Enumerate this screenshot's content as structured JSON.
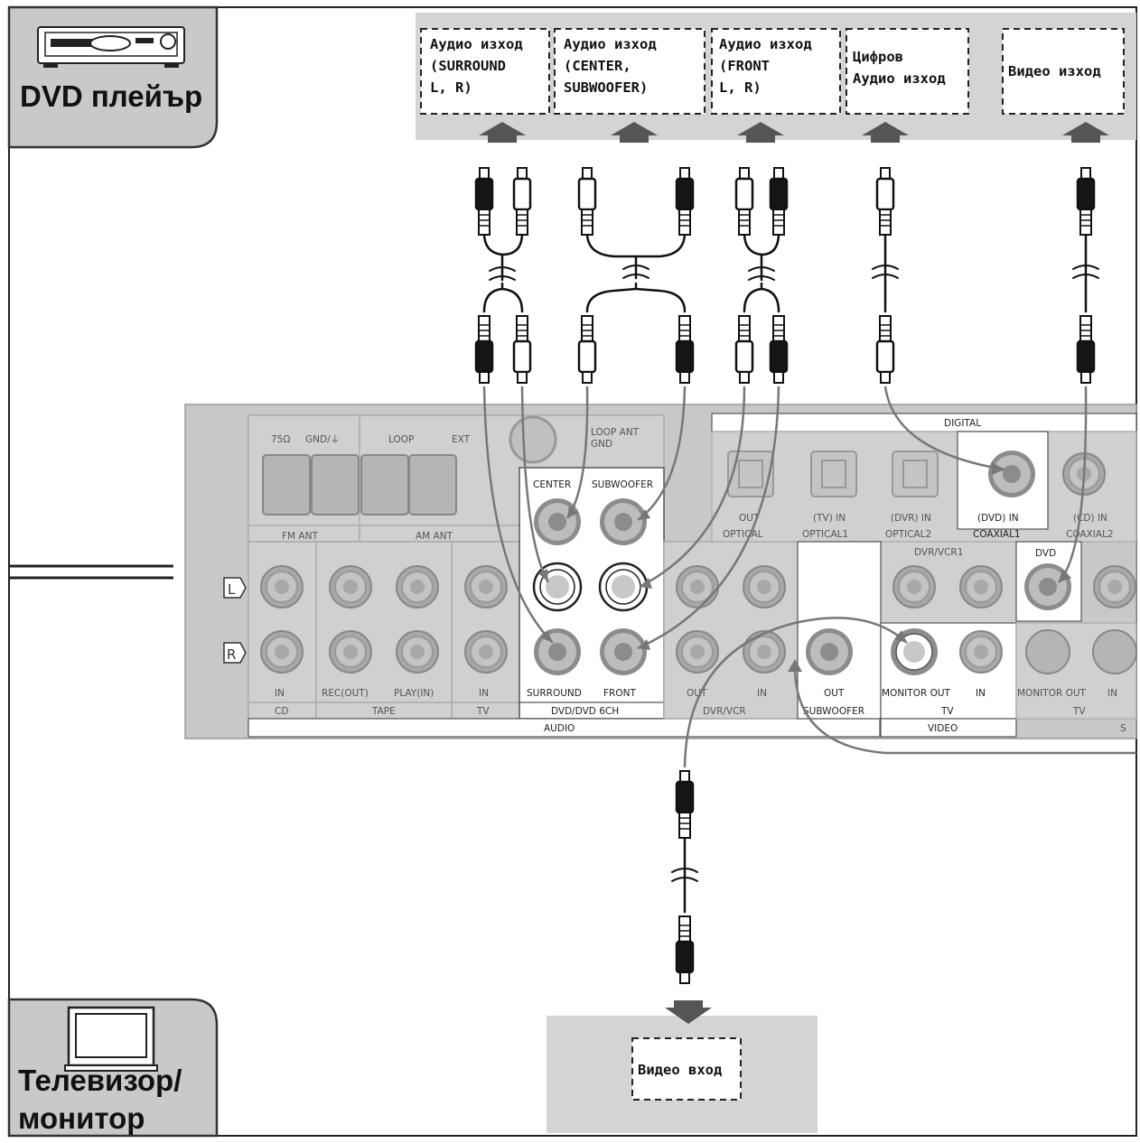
{
  "devices": {
    "dvd_player": "DVD плейър",
    "tv_line1": "Телевизор/",
    "tv_line2": "монитор"
  },
  "dvd_outputs": {
    "surround": [
      "Аудио изход",
      "(SURROUND",
      "L, R)"
    ],
    "center": [
      "Аудио изход",
      "(CENTER,",
      "SUBWOOFER)"
    ],
    "front": [
      "Аудио изход",
      "(FRONT",
      "L, R)"
    ],
    "digital": [
      "Цифров",
      "Аудио изход"
    ],
    "video": "Видео изход"
  },
  "tv_input": "Видео вход",
  "receiver": {
    "antenna": [
      "75Ω",
      "GND/⏚",
      "LOOP",
      "EXT",
      "LOOP ANT",
      "GND",
      "FM ANT",
      "AM ANT"
    ],
    "sides": [
      "L",
      "R"
    ],
    "audio_jacks": {
      "center": "CENTER",
      "subwoofer": "SUBWOOFER",
      "surround": "SURROUND",
      "front": "FRONT",
      "group": "DVD/DVD 6CH",
      "in1": "IN",
      "rec_out": "REC(OUT)",
      "play_in": "PLAY(IN)",
      "in2": "IN",
      "cd": "CD",
      "tape": "TAPE",
      "tv": "TV",
      "audio": "AUDIO",
      "out": "OUT",
      "in3": "IN",
      "dvr_vcr": "DVR/VCR"
    },
    "digital": {
      "title": "DIGITAL",
      "out": "OUT",
      "optical": "OPTICAL",
      "tv_in": "(TV) IN",
      "optical1": "OPTICAL1",
      "dvr_in": "(DVR) IN",
      "optical2": "OPTICAL2",
      "dvd_in": "(DVD) IN",
      "coaxial1": "COAXIAL1",
      "cd_in": "(CD) IN",
      "coaxial2": "COAXIAL2"
    },
    "video": {
      "dvr_vcr1": "DVR/VCR1",
      "dvd": "DVD",
      "out": "OUT",
      "subwoofer": "SUBWOOFER",
      "monitor_out": "MONITOR OUT",
      "in": "IN",
      "tv": "TV",
      "video": "VIDEO",
      "monitor_out2": "MONITOR OUT",
      "in2": "IN",
      "tv2": "TV",
      "s": "S"
    }
  }
}
